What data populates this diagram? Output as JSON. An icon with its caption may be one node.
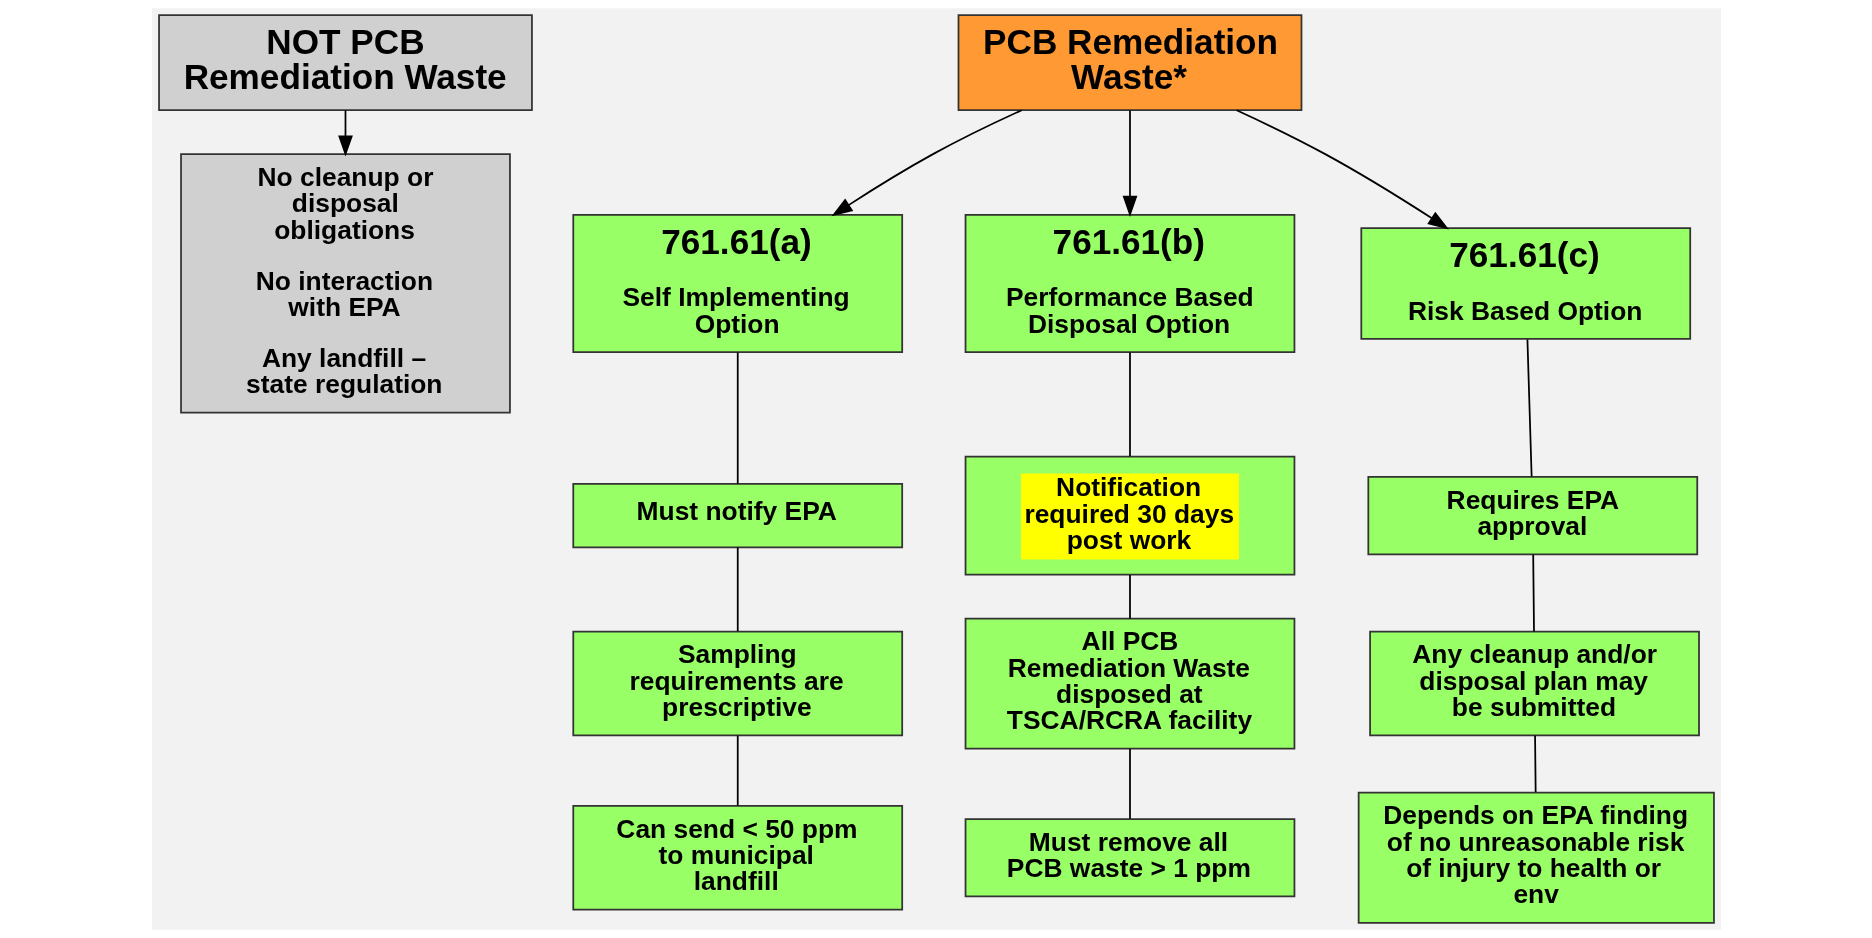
{
  "diagram": {
    "nodes": [
      {
        "text": [
          "NOT PCB Remediation Waste"
        ]
      },
      {
        "text": [
          "No cleanup or disposal obligations",
          "No interaction with EPA",
          "Any landfill – state regulation"
        ]
      },
      {
        "text": [
          "PCB Remediation Waste*"
        ]
      },
      {
        "text": [
          "761.61(a)",
          "Self Implementing Option"
        ]
      },
      {
        "text": [
          "Must notify EPA"
        ]
      },
      {
        "text": [
          "Sampling requirements are prescriptive"
        ]
      },
      {
        "text": [
          "Can send < 50 ppm to municipal landfill"
        ]
      },
      {
        "text": [
          "761.61(b)",
          "Performance Based Disposal Option"
        ]
      },
      {
        "text": [
          "Notification required 30 days post work"
        ]
      },
      {
        "text": [
          "All PCB Remediation Waste disposed at TSCA/RCRA facility"
        ]
      },
      {
        "text": [
          "Must remove all PCB waste > 1 ppm"
        ]
      },
      {
        "text": [
          "761.61(c)",
          "Risk Based Option"
        ]
      },
      {
        "text": [
          "Requires EPA approval"
        ]
      },
      {
        "text": [
          "Any cleanup and/or disposal plan may be submitted"
        ]
      },
      {
        "text": [
          "Depends on EPA finding of no unreasonable risk of injury to health or env"
        ]
      }
    ],
    "edges": [
      {
        "from": 0,
        "to": 1,
        "arrow": "to"
      },
      {
        "from": 2,
        "to": 3,
        "arrow": "to"
      },
      {
        "from": 2,
        "to": 7,
        "arrow": "to"
      },
      {
        "from": 2,
        "to": 11,
        "arrow": "to"
      },
      {
        "from": 3,
        "to": 4,
        "arrow": "none"
      },
      {
        "from": 4,
        "to": 5,
        "arrow": "none"
      },
      {
        "from": 5,
        "to": 6,
        "arrow": "none"
      },
      {
        "from": 7,
        "to": 8,
        "arrow": "none"
      },
      {
        "from": 8,
        "to": 9,
        "arrow": "none"
      },
      {
        "from": 9,
        "to": 10,
        "arrow": "none"
      },
      {
        "from": 11,
        "to": 12,
        "arrow": "none"
      },
      {
        "from": 12,
        "to": 13,
        "arrow": "none"
      },
      {
        "from": 13,
        "to": 14,
        "arrow": "none"
      }
    ]
  }
}
